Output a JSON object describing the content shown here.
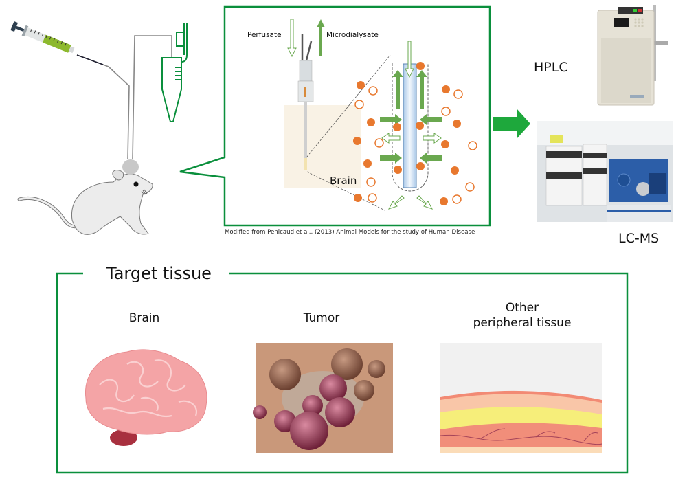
{
  "diagram": {
    "probe_inset": {
      "perfusate_label": "Perfusate",
      "microdialysate_label": "Microdialysate",
      "brain_label": "Brain",
      "caption": "Modified from Penicaud et al., (2013) Animal Models for the study of Human Disease"
    },
    "instruments": [
      {
        "label": "HPLC"
      },
      {
        "label": "LC-MS"
      }
    ],
    "target_tissue": {
      "title": "Target tissue",
      "items": [
        {
          "label": "Brain"
        },
        {
          "label": "Tumor"
        },
        {
          "label": "Other\nperipheral tissue",
          "line1": "Other",
          "line2": "peripheral tissue"
        }
      ]
    },
    "colors": {
      "frame_green": "#0a8f3c",
      "arrow_green": "#6aa84f",
      "analyte_orange": "#e8782e",
      "syringe_fluid": "#8db92e",
      "probe_blue": "#a9c8e8"
    },
    "icons": [
      "syringe-icon",
      "collection-tube-icon",
      "mouse-icon",
      "microdialysis-probe-icon",
      "flow-arrow-icon",
      "hplc-instrument-image",
      "lcms-instrument-image",
      "brain-image",
      "tumor-cells-image",
      "skin-layers-image"
    ]
  }
}
